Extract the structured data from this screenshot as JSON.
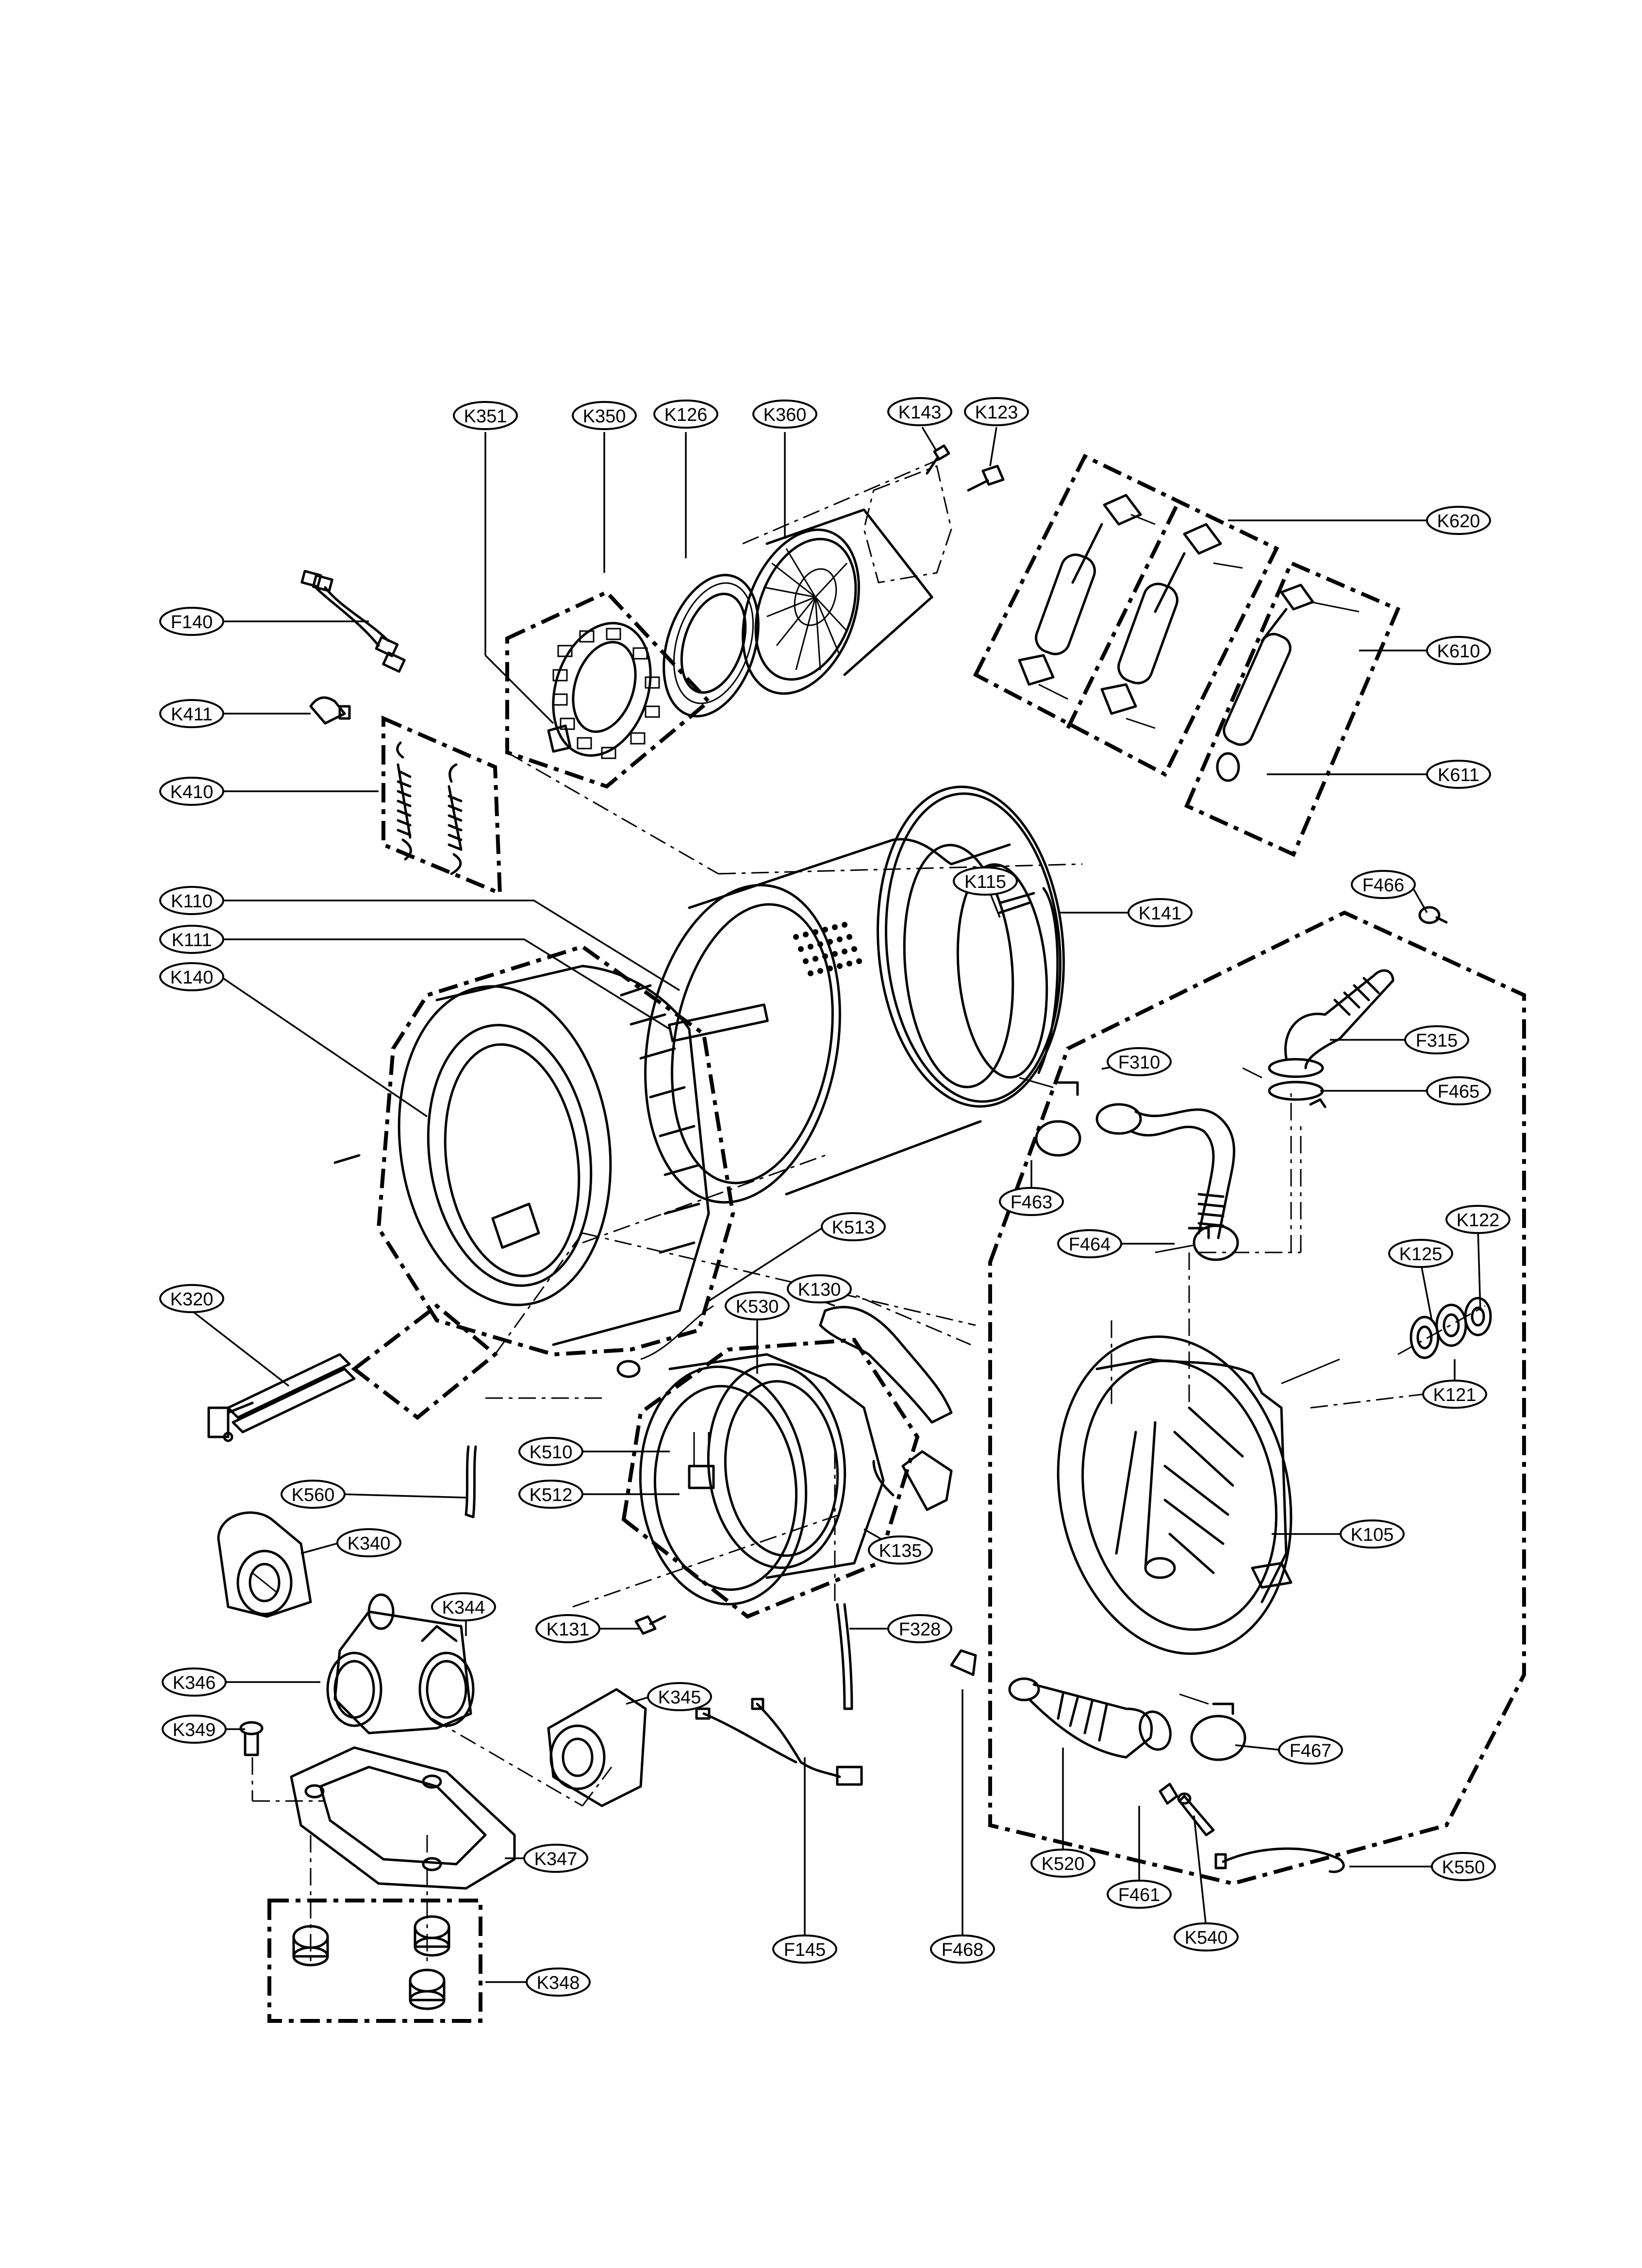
{
  "callouts": [
    {
      "id": "K351",
      "label": "K351"
    },
    {
      "id": "K350",
      "label": "K350"
    },
    {
      "id": "K126",
      "label": "K126"
    },
    {
      "id": "K360",
      "label": "K360"
    },
    {
      "id": "K143",
      "label": "K143"
    },
    {
      "id": "K123",
      "label": "K123"
    },
    {
      "id": "K620",
      "label": "K620"
    },
    {
      "id": "K610",
      "label": "K610"
    },
    {
      "id": "K611",
      "label": "K611"
    },
    {
      "id": "F140",
      "label": "F140"
    },
    {
      "id": "K411",
      "label": "K411"
    },
    {
      "id": "K410",
      "label": "K410"
    },
    {
      "id": "K110",
      "label": "K110"
    },
    {
      "id": "K111",
      "label": "K111"
    },
    {
      "id": "K140",
      "label": "K140"
    },
    {
      "id": "K115",
      "label": "K115"
    },
    {
      "id": "K141",
      "label": "K141"
    },
    {
      "id": "F466",
      "label": "F466"
    },
    {
      "id": "F315",
      "label": "F315"
    },
    {
      "id": "F310",
      "label": "F310"
    },
    {
      "id": "F465",
      "label": "F465"
    },
    {
      "id": "F463",
      "label": "F463"
    },
    {
      "id": "F464",
      "label": "F464"
    },
    {
      "id": "K513",
      "label": "K513"
    },
    {
      "id": "K130",
      "label": "K130"
    },
    {
      "id": "K530",
      "label": "K530"
    },
    {
      "id": "K320",
      "label": "K320"
    },
    {
      "id": "K125",
      "label": "K125"
    },
    {
      "id": "K122",
      "label": "K122"
    },
    {
      "id": "K121",
      "label": "K121"
    },
    {
      "id": "K510",
      "label": "K510"
    },
    {
      "id": "K512",
      "label": "K512"
    },
    {
      "id": "K560",
      "label": "K560"
    },
    {
      "id": "K135",
      "label": "K135"
    },
    {
      "id": "K105",
      "label": "K105"
    },
    {
      "id": "K340",
      "label": "K340"
    },
    {
      "id": "K344",
      "label": "K344"
    },
    {
      "id": "K131",
      "label": "K131"
    },
    {
      "id": "F328",
      "label": "F328"
    },
    {
      "id": "K346",
      "label": "K346"
    },
    {
      "id": "K345",
      "label": "K345"
    },
    {
      "id": "K349",
      "label": "K349"
    },
    {
      "id": "F467",
      "label": "F467"
    },
    {
      "id": "K347",
      "label": "K347"
    },
    {
      "id": "K520",
      "label": "K520"
    },
    {
      "id": "F461",
      "label": "F461"
    },
    {
      "id": "K550",
      "label": "K550"
    },
    {
      "id": "K540",
      "label": "K540"
    },
    {
      "id": "F145",
      "label": "F145"
    },
    {
      "id": "F468",
      "label": "F468"
    },
    {
      "id": "K348",
      "label": "K348"
    }
  ]
}
